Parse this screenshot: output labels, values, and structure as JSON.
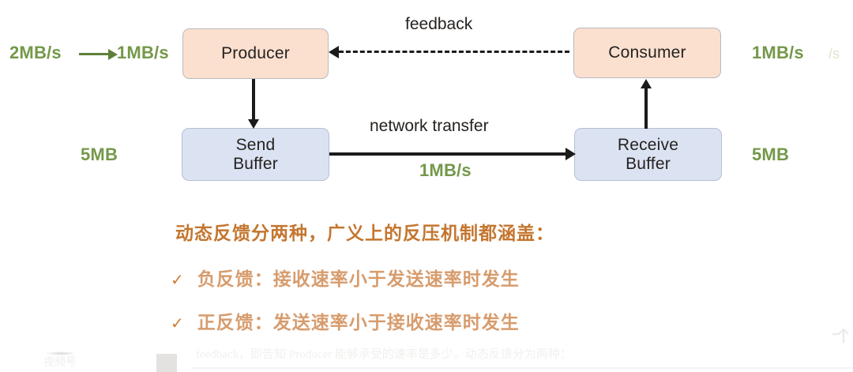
{
  "diagram": {
    "nodes": [
      {
        "id": "producer",
        "label": "Producer",
        "fill": "#fbe0d0"
      },
      {
        "id": "consumer",
        "label": "Consumer",
        "fill": "#fbe0d0"
      },
      {
        "id": "sendbuf",
        "label": "Send\nBuffer",
        "fill": "#dbe3f3"
      },
      {
        "id": "recvbuf",
        "label": "Receive\nBuffer",
        "fill": "#dbe3f3"
      }
    ],
    "edges": [
      {
        "id": "producer-sendbuf",
        "style": "solid",
        "direction": "down",
        "label": ""
      },
      {
        "id": "recvbuf-consumer",
        "style": "solid",
        "direction": "up",
        "label": ""
      },
      {
        "id": "network",
        "style": "solid",
        "direction": "right",
        "label": "network transfer"
      },
      {
        "id": "feedback",
        "style": "dashed",
        "direction": "left",
        "label": "feedback"
      },
      {
        "id": "rate-arrow",
        "style": "solid",
        "direction": "right",
        "label": ""
      }
    ],
    "edge_labels": {
      "feedback": "feedback",
      "network": "network transfer"
    },
    "rates": {
      "input_source": "2MB/s",
      "input_effective": "1MB/s",
      "network": "1MB/s",
      "consumer": "1MB/s",
      "ghost_fragment": "/s"
    },
    "memory": {
      "send_buffer": "5MB",
      "receive_buffer": "5MB"
    },
    "colors": {
      "rate_green": "#74984a",
      "peach_fill": "#fbe0d0",
      "blue_fill": "#dbe3f3",
      "edge_black": "#1b1b1b",
      "heading_orange": "#c4762f",
      "bullet_orange": "#d79c6d"
    }
  },
  "notes": {
    "heading": "动态反馈分两种，广义上的反压机制都涵盖：",
    "bullets": [
      {
        "marker": "✓",
        "text": "负反馈：接收速率小于发送速率时发生"
      },
      {
        "marker": "✓",
        "text": "正反馈：发送速率小于接收速率时发生"
      }
    ]
  },
  "background_remnants": {
    "caption": "feedback，即告知 Producer 能够承受的速率是多少。动态反馈分为两种：",
    "footer_mark": "视频号"
  }
}
